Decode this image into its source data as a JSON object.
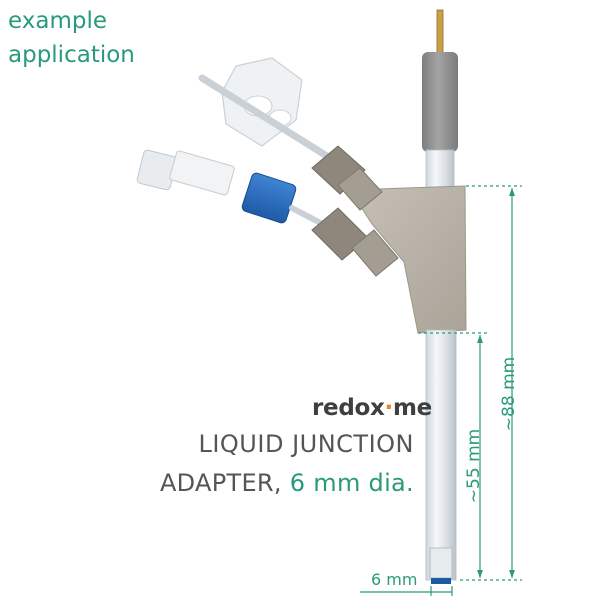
{
  "corner_note": {
    "line1": "example",
    "line2": "application"
  },
  "brand": {
    "prefix": "redox",
    "dot": "·",
    "suffix": "me"
  },
  "title": {
    "line1": "LIQUID JUNCTION",
    "line2_main": "ADAPTER, ",
    "line2_accent": "6 mm dia."
  },
  "dimensions": {
    "total_length": "~88 mm",
    "tube_length": "~55 mm",
    "diameter": "6 mm"
  },
  "colors": {
    "accent": "#2a9a7a",
    "body": "#b9b3a9",
    "cap": "#2f6fbf",
    "electrode_sleeve": "#8f8f8f",
    "brand_dot": "#e6862a"
  }
}
